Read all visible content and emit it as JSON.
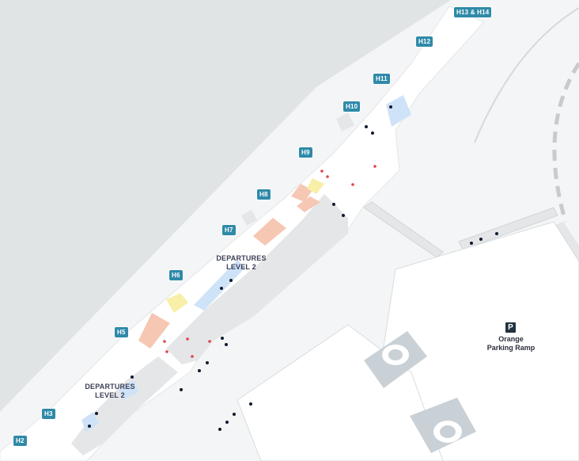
{
  "map": {
    "colors": {
      "water": "#e0e4e5",
      "ground": "#f4f5f6",
      "building": "#ffffff",
      "concourse": "#e4e6e8",
      "gate_badge": "#2f8aa8",
      "dining": "#f6c7b3",
      "shopping": "#f8efa8",
      "services": "#cfe3f8",
      "amenity_dot": "#0f1c2e",
      "restroom": "#e0444a",
      "road_dash": "#c8cbcd",
      "parking_structure": "#c9d1d6"
    },
    "gates": [
      "H2",
      "H3",
      "H5",
      "H6",
      "H7",
      "H8",
      "H9",
      "H10",
      "H11",
      "H12",
      "H13 & H14"
    ],
    "areas": [
      {
        "line1": "DEPARTURES",
        "line2": "LEVEL 2"
      },
      {
        "line1": "DEPARTURES",
        "line2": "LEVEL 2"
      }
    ],
    "parking": {
      "icon": "P",
      "line1": "Orange",
      "line2": "Parking Ramp"
    }
  }
}
